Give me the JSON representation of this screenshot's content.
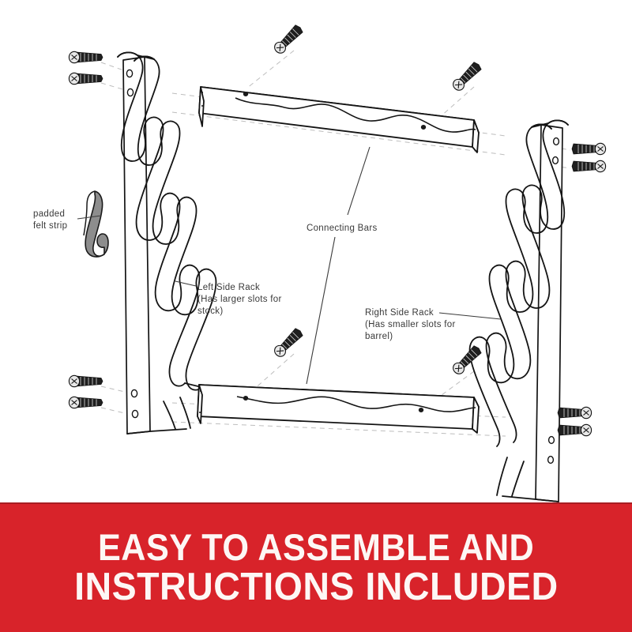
{
  "product_diagram": {
    "type": "exploded-assembly-line-drawing",
    "title_visible": false,
    "labels": {
      "padded_felt_strip": {
        "lines": [
          "padded",
          "felt strip"
        ],
        "line1": "padded",
        "line2": "felt strip"
      },
      "left_side_rack": {
        "lines": [
          "Left Side Rack",
          "(Has larger slots for",
          "stock)"
        ],
        "line1": "Left Side Rack",
        "line2": "(Has larger slots for",
        "line3": "stock)"
      },
      "right_side_rack": {
        "lines": [
          "Right Side Rack",
          "(Has smaller slots for",
          "barrel)"
        ],
        "line1": "Right Side Rack",
        "line2": "(Has smaller slots for",
        "line3": "barrel)"
      },
      "connecting_bars": {
        "line1": "Connecting Bars"
      }
    },
    "parts": [
      {
        "name": "Left Side Rack",
        "count": 1,
        "note": "Has larger slots for stock"
      },
      {
        "name": "Right Side Rack",
        "count": 1,
        "note": "Has smaller slots for barrel"
      },
      {
        "name": "Connecting Bars",
        "count": 2
      },
      {
        "name": "padded felt strip",
        "count": 1
      },
      {
        "name": "mounting screws",
        "count": 12
      }
    ],
    "colors": {
      "line": "#1a1a1a",
      "felt_fill": "#8d8d8d",
      "paper": "#ffffff",
      "guide_line": "#b8b8b8"
    }
  },
  "banner": {
    "line1": "EASY TO ASSEMBLE AND",
    "line2": "INSTRUCTIONS INCLUDED",
    "background_color": "#d8232a",
    "text_color": "#fdf7f5"
  }
}
